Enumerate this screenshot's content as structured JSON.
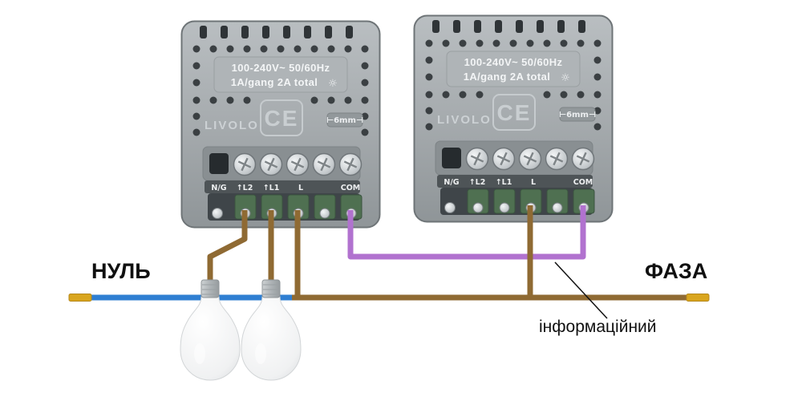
{
  "labels": {
    "neutral": "НУЛЬ",
    "phase": "ФАЗА",
    "signal": "інформаційний"
  },
  "module": {
    "brand": "LIVOLO",
    "voltage": "100-240V~  50/60Hz",
    "rating": "1A/gang 2A total",
    "sun_icon": "☼",
    "ce_mark": "CE",
    "wire_gauge": "⊢6mm⊣",
    "terminals": [
      "N/G",
      "↑L2",
      "↑L1",
      "L",
      "COM"
    ]
  },
  "wires": {
    "neutral_color": "#2f7fd2",
    "phase_color": "#8f6a33",
    "signal_color": "#b172cf",
    "tip_color": "#d9a51e"
  }
}
